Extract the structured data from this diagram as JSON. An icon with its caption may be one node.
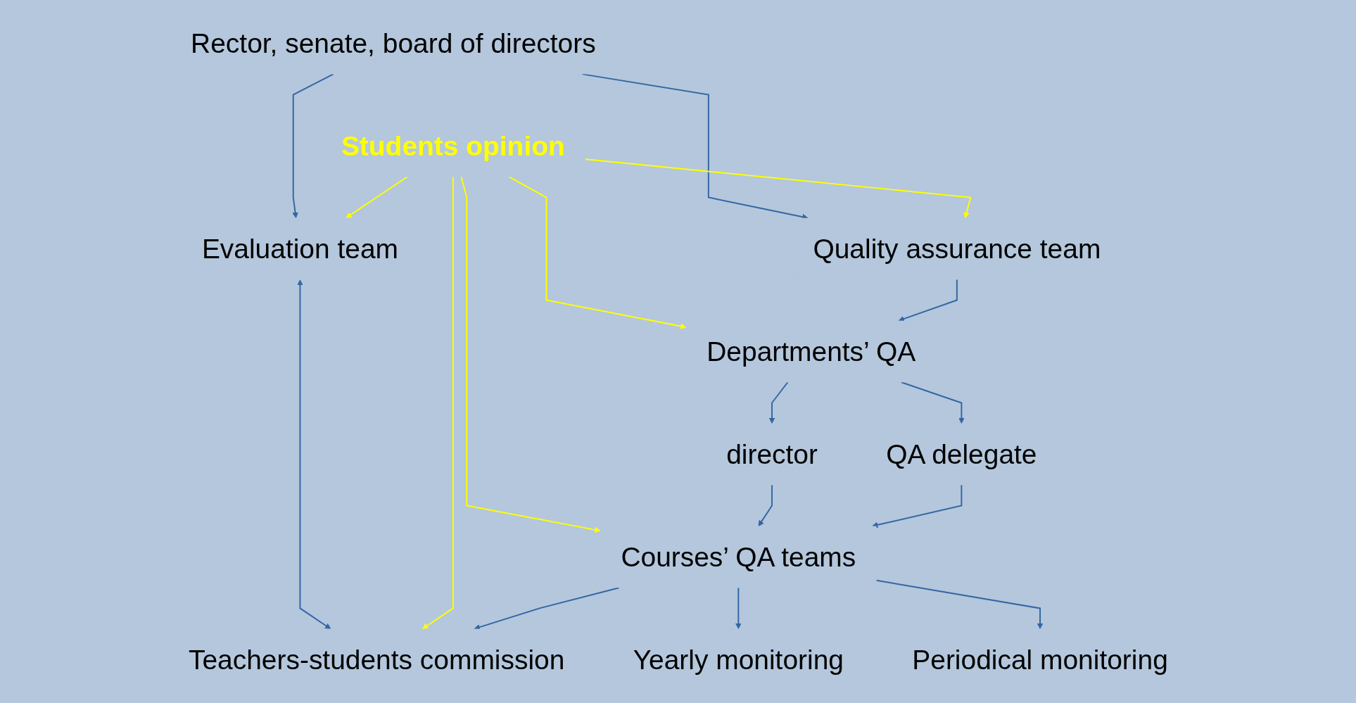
{
  "diagram": {
    "nodes": [
      {
        "text": [
          "Rector, senate, board of directors"
        ]
      },
      {
        "text": [
          "Evaluation team"
        ]
      },
      {
        "text": [
          "Quality assurance team"
        ]
      },
      {
        "text": [
          "Students opinion"
        ]
      },
      {
        "text": [
          "Departments’ QA"
        ]
      },
      {
        "text": [
          "director"
        ]
      },
      {
        "text": [
          "QA delegate"
        ]
      },
      {
        "text": [
          "Teachers-students commission"
        ]
      },
      {
        "text": [
          "Courses’ QA teams"
        ]
      },
      {
        "text": [
          "Yearly monitoring"
        ]
      },
      {
        "text": [
          "Periodical monitoring"
        ]
      }
    ],
    "edges": [
      {
        "from": 0,
        "to": 1,
        "arrow": "to"
      },
      {
        "from": 0,
        "to": 2,
        "arrow": "to"
      },
      {
        "from": 1,
        "to": 7,
        "arrow": "both"
      },
      {
        "from": 3,
        "to": 1,
        "arrow": "to",
        "color": "#ffff00"
      },
      {
        "from": 3,
        "to": 2,
        "arrow": "to",
        "color": "#ffff00"
      },
      {
        "from": 3,
        "to": 4,
        "arrow": "to",
        "color": "#ffff00"
      },
      {
        "from": 2,
        "to": 4,
        "arrow": "to"
      },
      {
        "from": 4,
        "to": 5,
        "arrow": "to"
      },
      {
        "from": 4,
        "to": 6,
        "arrow": "to"
      },
      {
        "from": 3,
        "to": 7,
        "arrow": "to",
        "color": "#ffff00"
      },
      {
        "from": 3,
        "to": 8,
        "arrow": "to",
        "color": "#ffff00"
      },
      {
        "from": 5,
        "to": 8,
        "arrow": "to"
      },
      {
        "from": 6,
        "to": 8,
        "arrow": "to"
      },
      {
        "from": 8,
        "to": 9,
        "arrow": "to"
      },
      {
        "from": 8,
        "to": 10,
        "arrow": "to"
      },
      {
        "from": 8,
        "to": 7,
        "arrow": "to"
      }
    ]
  }
}
